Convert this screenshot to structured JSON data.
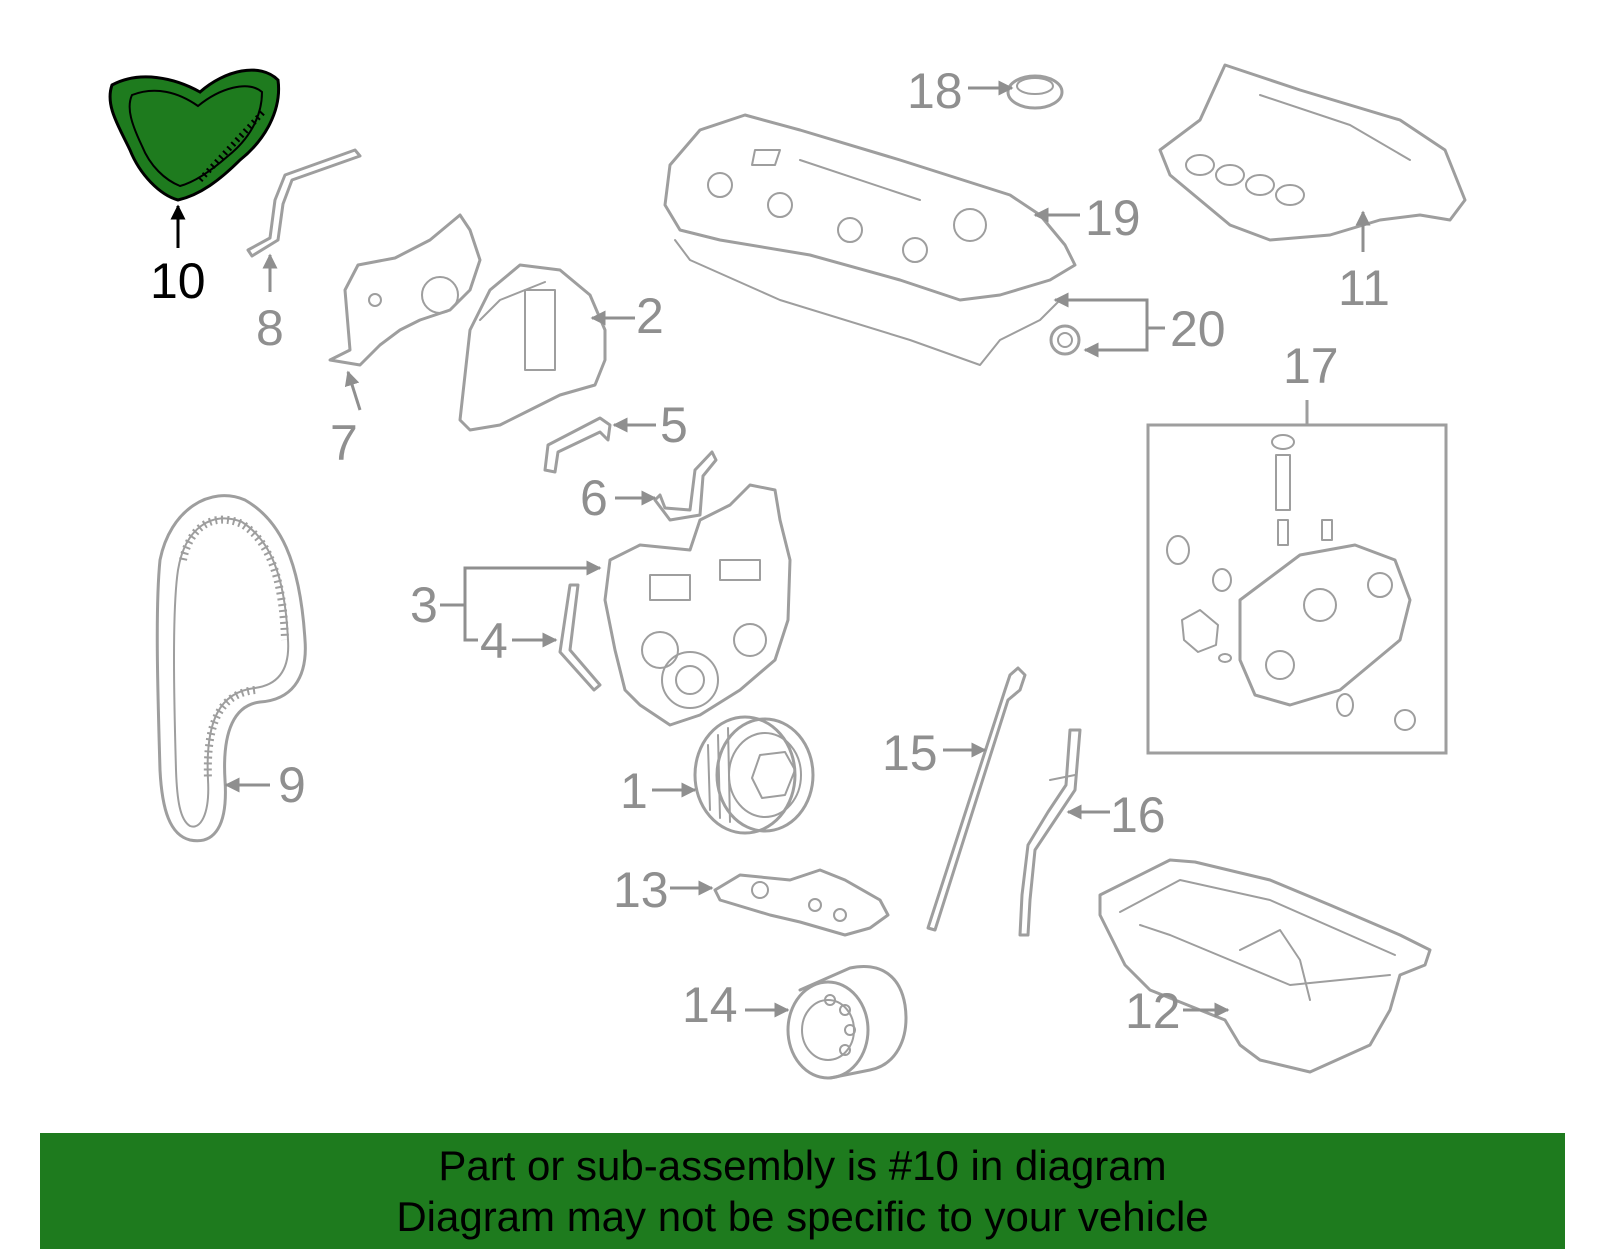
{
  "highlight": {
    "part_number": "10",
    "color": "#1e7b1e"
  },
  "callouts": {
    "c1": "1",
    "c2": "2",
    "c3": "3",
    "c4": "4",
    "c5": "5",
    "c6": "6",
    "c7": "7",
    "c8": "8",
    "c9": "9",
    "c10": "10",
    "c11": "11",
    "c12": "12",
    "c13": "13",
    "c14": "14",
    "c15": "15",
    "c16": "16",
    "c17": "17",
    "c18": "18",
    "c19": "19",
    "c20": "20"
  },
  "banner": {
    "line1": "Part or sub-assembly is #10 in diagram",
    "line2": "Diagram may not be specific to your vehicle"
  }
}
